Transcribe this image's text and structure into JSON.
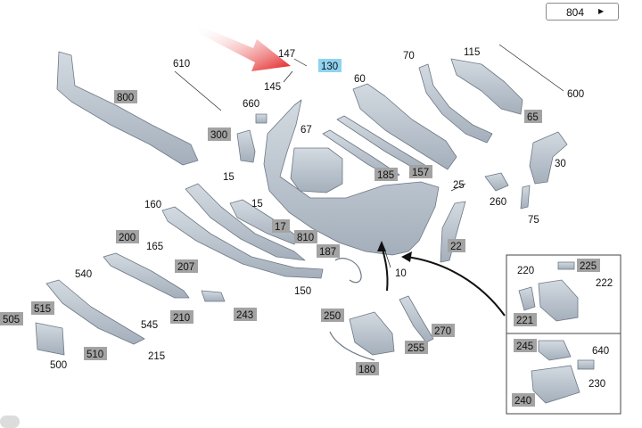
{
  "page_nav": {
    "page_number": "804",
    "next_arrow": "▶"
  },
  "colors": {
    "part_fill": "#b9c3cd",
    "part_stroke": "#6d7885",
    "gray_tag": "#a3a3a3",
    "highlight_tag": "#8fd3f0",
    "arrow_red": "#e11515"
  },
  "callouts_plain": {
    "c147": "147",
    "c145": "145",
    "c610": "610",
    "c660": "660",
    "c60": "60",
    "c70": "70",
    "c115": "115",
    "c600": "600",
    "c67": "67",
    "c15a": "15",
    "c15b": "15",
    "c160": "160",
    "c165": "165",
    "c540": "540",
    "c545": "545",
    "c215": "215",
    "c500": "500",
    "c150": "150",
    "c10": "10",
    "c25": "25",
    "c260": "260",
    "c75": "75",
    "c30": "30",
    "c220": "220",
    "c222": "222",
    "c640": "640",
    "c230": "230"
  },
  "callouts_tagged": {
    "t130": "130",
    "t800": "800",
    "t300": "300",
    "t65": "65",
    "t185": "185",
    "t157": "157",
    "t17": "17",
    "t810": "810",
    "t187": "187",
    "t200": "200",
    "t207": "207",
    "t210": "210",
    "t243": "243",
    "t505": "505",
    "t515": "515",
    "t510": "510",
    "t250": "250",
    "t180": "180",
    "t255": "255",
    "t270": "270",
    "t22": "22",
    "t225": "225",
    "t221": "221",
    "t245": "245",
    "t240": "240"
  }
}
